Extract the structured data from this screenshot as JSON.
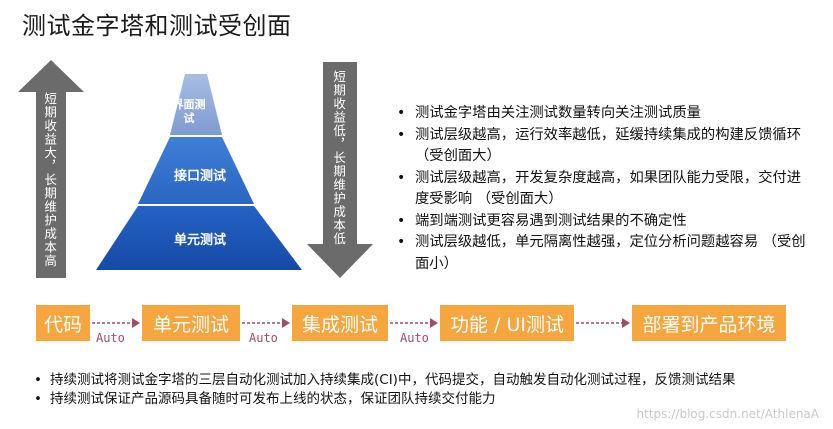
{
  "title": "测试金字塔和测试受创面",
  "left_arrow_text": "短期收益大，长期维护成本高",
  "right_arrow_text": "短期收益低，长期维护成本低",
  "pyramid": {
    "top": "界面测试",
    "middle": "接口测试",
    "bottom": "单元测试"
  },
  "bullets": [
    "测试金字塔由关注测试数量转向关注测试质量",
    "测试层级越高，运行效率越低，延缓持续集成的构建反馈循环 （受创面大）",
    "测试层级越高，开发复杂度越高，如果团队能力受限，交付进度受影响 （受创面大）",
    "端到端测试更容易遇到测试结果的不确定性",
    "测试层级越低，单元隔离性越强，定位分析问题越容易 （受创面小）"
  ],
  "pipeline": {
    "steps": [
      "代码",
      "单元测试",
      "集成测试",
      "功能 / UI测试",
      "部署到产品环境"
    ],
    "auto_label": "Auto"
  },
  "bottom_bullets": [
    "持续测试将测试金字塔的三层自动化测试加入持续集成(CI)中，代码提交，自动触发自动化测试过程，反馈测试结果",
    "持续测试保证产品源码具备随时可发布上线的状态，保证团队持续交付能力"
  ],
  "watermark": "https://blog.csdn.net/AthlenaA",
  "colors": {
    "arrow_gray": "#6b6b6b",
    "pyramid_top": "#8fa8d6",
    "pyramid_middle": "#2f6fcb",
    "pyramid_bottom": "#1c56b8",
    "step_orange": "#f5a63f",
    "auto_arrow": "#a04b6a"
  }
}
